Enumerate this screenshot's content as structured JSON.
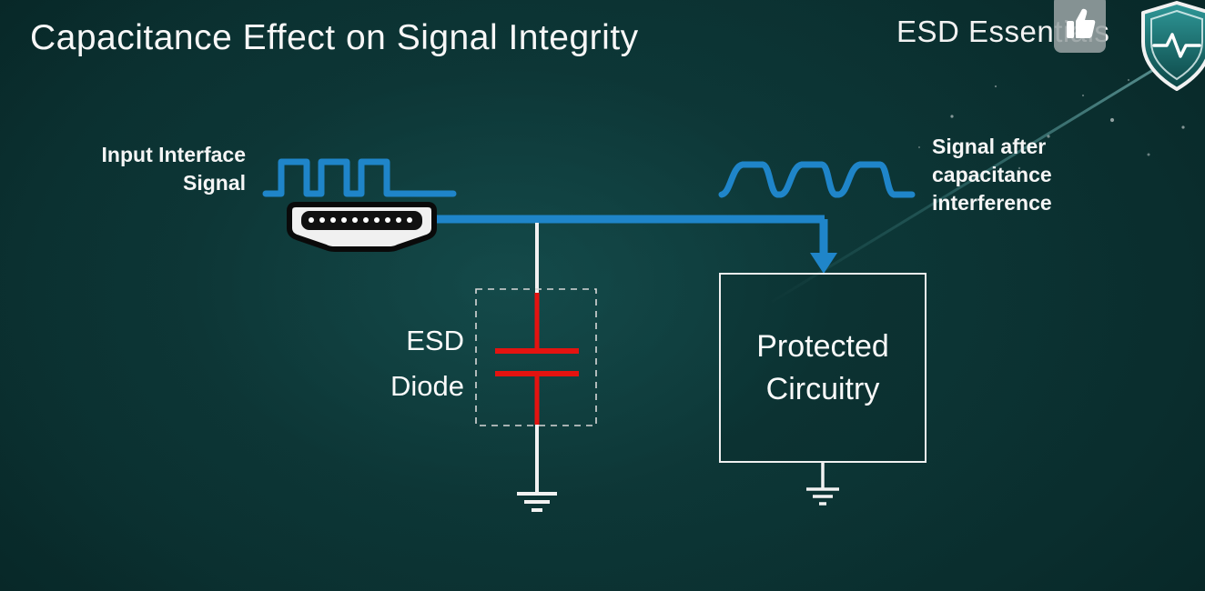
{
  "header": {
    "title": "Capacitance Effect on Signal Integrity",
    "brand": "ESD Essentials"
  },
  "diagram": {
    "input_label": {
      "line1": "Input Interface",
      "line2": "Signal"
    },
    "output_label": {
      "line1": "Signal after",
      "line2": "capacitance",
      "line3": "interference"
    },
    "esd_label": {
      "line1": "ESD",
      "line2": "Diode"
    },
    "protected_box": {
      "line1": "Protected",
      "line2": "Circuitry"
    }
  },
  "icons": {
    "shield": "shield-with-heartbeat",
    "thumbs_up": "thumbs-up"
  },
  "colors": {
    "background_teal": "#0a2e2e",
    "signal_blue": "#1f85c9",
    "capacitor_red": "#e41310",
    "text_white": "#ffffff",
    "connector_body": "#f0f0f0",
    "connector_dark": "#0a0a0a"
  }
}
